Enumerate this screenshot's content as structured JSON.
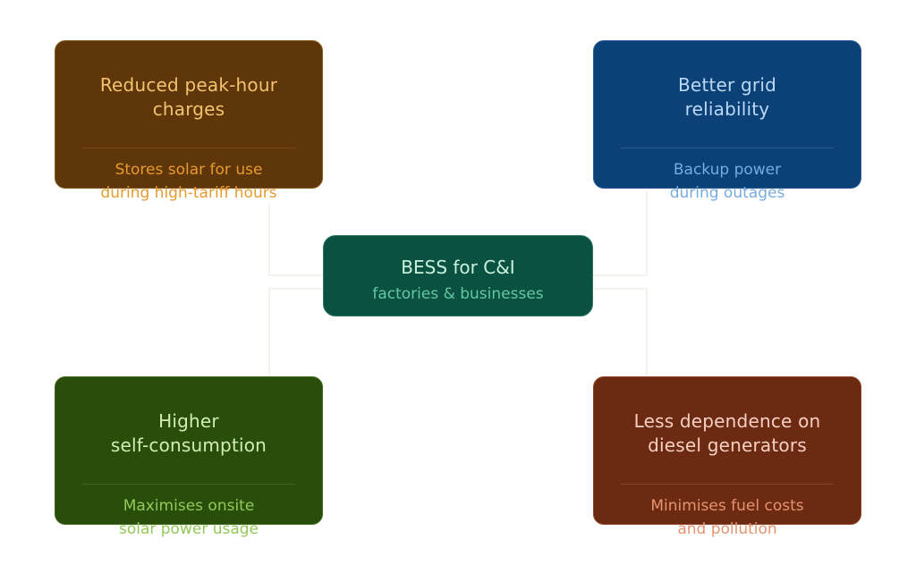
{
  "center": {
    "title": "BESS for C&I",
    "subtitle": "factories & businesses"
  },
  "cards": [
    {
      "id": "peak-charges",
      "title_lines": [
        "Reduced peak-hour",
        "charges"
      ],
      "desc_lines": [
        "Stores solar for use",
        "during high-tariff hours"
      ],
      "colors": {
        "bg": "#5f3609",
        "title": "#f3c36f",
        "desc": "#e79a2e"
      }
    },
    {
      "id": "grid-reliability",
      "title_lines": [
        "Better grid",
        "reliability"
      ],
      "desc_lines": [
        "Backup power",
        "during outages"
      ],
      "colors": {
        "bg": "#0b4177",
        "title": "#bcd8f6",
        "desc": "#77acdf"
      }
    },
    {
      "id": "self-consumption",
      "title_lines": [
        "Higher",
        "self-consumption"
      ],
      "desc_lines": [
        "Maximises onsite",
        "solar power usage"
      ],
      "colors": {
        "bg": "#284e0a",
        "title": "#d3ecb6",
        "desc": "#93c95a"
      }
    },
    {
      "id": "diesel-generators",
      "title_lines": [
        "Less dependence on",
        "diesel generators"
      ],
      "desc_lines": [
        "Minimises fuel costs",
        "and pollution"
      ],
      "colors": {
        "bg": "#6c2a12",
        "title": "#f5d0c2",
        "desc": "#e6946f"
      }
    }
  ]
}
